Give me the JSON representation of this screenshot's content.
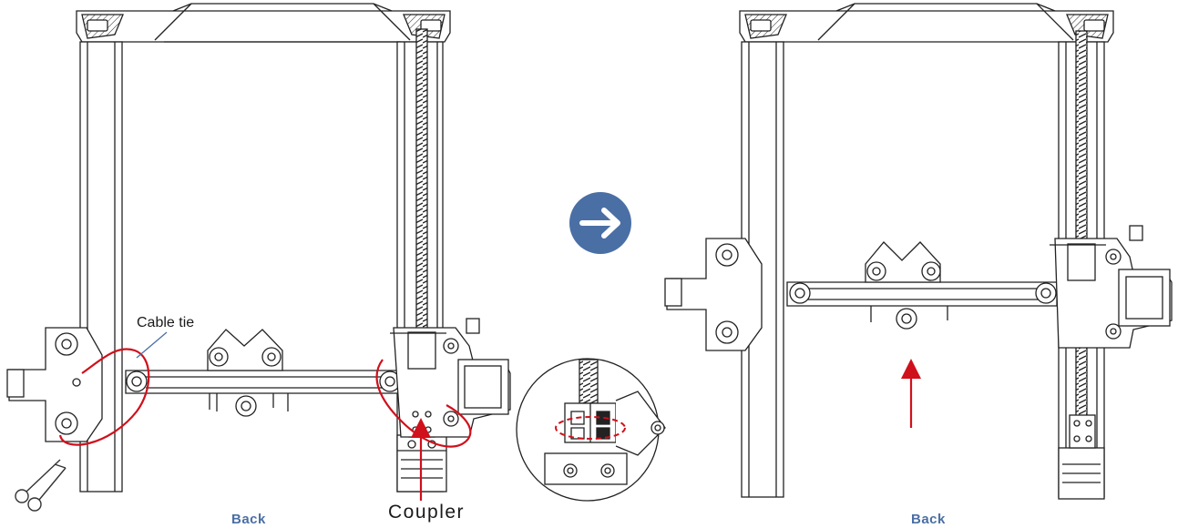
{
  "labels": {
    "cable_tie": "Cable tie",
    "coupler": "Coupler",
    "back_left": "Back",
    "back_right": "Back"
  },
  "icons": {
    "next_step": "arrow-right-icon",
    "cut": "scissors-icon",
    "lift": "arrow-up-icon"
  },
  "colors": {
    "frame_line": "#222222",
    "highlight_red": "#d0101b",
    "accent_blue": "#4a6fa5",
    "label_blue": "#4a6fa5"
  }
}
